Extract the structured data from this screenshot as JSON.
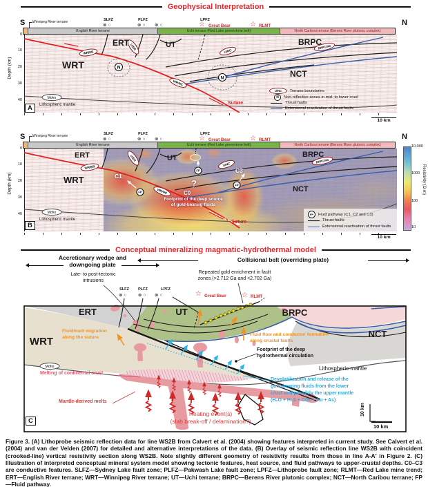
{
  "icons": {
    "star": "☆",
    "fault_away": "⊗",
    "fault_toward": "○"
  },
  "colors": {
    "title_red": "#e8262d",
    "star_red": "#d42a2a",
    "suture_red": "#e02020",
    "orange_annotation": "#f0941f",
    "cyan_annotation": "#29abe2",
    "extensional_blue": "#3a5fa8",
    "uchi_green": "#79b34a",
    "north_caribou_pink": "#f2b8bc",
    "heat_red": "#cf2a2a"
  },
  "shared": {
    "south": "S",
    "north": "N",
    "winnipeg": "Winnipeg River terrane",
    "slfz": "SLFZ",
    "plfz": "PLFZ",
    "lpfz": "LPFZ",
    "great_bear": "Great Bear",
    "rlmt": "RLMT",
    "english": "English River terrane",
    "uchi": "Uchi terrane (Red Lake greenstone belt)",
    "north_caribou": "North Caribou terrane (Berens River plutonic complex)",
    "depth_label": "Depth (km)",
    "ticks": [
      "0",
      "10",
      "20",
      "30",
      "40"
    ],
    "scale": "10 km",
    "ert": "ERT",
    "ut": "UT",
    "brpc": "BRPC",
    "wrt": "WRT",
    "nct": "NCT",
    "moho": "Moho",
    "lith_mantle": "Lithospheric mantle",
    "suture": "Suture",
    "bounds": {
      "wr_er": "WR/ER",
      "u_er": "U/ER",
      "wr_nc": "WR/NC",
      "u_nc": "U/NC",
      "brpc_nc": "BRPC/NC"
    }
  },
  "panel_a": {
    "title": "Geophysical Interpretation",
    "label": "A",
    "n_symbol": "N",
    "legend": {
      "badge": "U/NC",
      "terrane_boundaries": "Terrane boundaries",
      "n": "N",
      "non_reflective": "Non-re⁠flective zones in mid- to lower crust",
      "thrust": "Thrust faults",
      "extensional": "Extensional reactivation of thrust faults"
    }
  },
  "panel_b": {
    "label": "B",
    "c0": "C0",
    "c1": "C1",
    "c2": "C2",
    "c3": "C3",
    "question": "?",
    "footprint_line1": "Footprint of the deep source",
    "footprint_line2": "of gold-bearing fluids",
    "legend": {
      "fp": "FP",
      "fluid_pathway": "Fluid pathway (C1, C2 and C3)",
      "thrust": "Thrust faults",
      "extensional": "Extensional reactivation of thrust faults"
    },
    "colorbar": {
      "label": "Resistivity (Ω·m)",
      "t1": "10,000",
      "t2": "1000",
      "t3": "100",
      "t4": "10"
    }
  },
  "panel_c": {
    "title": "Conceptual mineralizing magmatic-hydrothermal model",
    "label": "C",
    "acc1": "Accretionary wedge and",
    "acc2": "downgoing plate",
    "coll": "Collisional belt (overriding plate)",
    "intr1": "Late- to post-tectonic",
    "intr2": "intrusions",
    "gold1": "Repeated gold enrichment in fault",
    "gold2": "zones (>2.712 Ga and <2.702 Ga)",
    "fm1": "Fluid/melt migration",
    "fm2": "along the suture",
    "ff1": "Fluid flow and conductor formation",
    "ff2": "along crustal faults",
    "fpr1": "Footprint of the deep",
    "fpr2": "hydrothermal circulation",
    "dv1": "Devolatilization and release of the",
    "dv2": "gold-bearing fluids from the lower",
    "dv3": "crust and possibly the upper mantle",
    "dv4": "(H₂O + H₂S + CO₂ + Au + As)",
    "melting": "Melting of continental crust",
    "mantle_melts": "Mantle-derived melts",
    "heat1": "Heating event(s)",
    "heat2": "(slab break-off / delamination?)",
    "scale_v": "10 km",
    "scale_h": "10 km"
  },
  "caption": {
    "text": "Figure 3.  (A) Lithoprobe seismic reflection data for line WS2B from Calvert et al. (2004) showing features interpreted in current study. See Calvert et al. (2004) and van der Velden (2007) for detailed and alternative interpretations of the data. (B) Overlay of seismic reflection line WS2B with coincident (crooked-line) vertical resistivity section along WS2B. Note slightly different geometry of resistivity results from those in line A-A′ in Figure 2. (C) Illustration of interpreted conceptual mineral system model showing tectonic features, heat source, and fluid pathways to upper-crustal depths. C0–C3 are conductive features. SLFZ—Sydney Lake fault zone; PLFZ—Pakwash Lake fault zone; LPFZ—Lithoprobe fault zone; RLMT—Red Lake mine trend; ERT—English River terrane; WRT—Winnipeg River terrane; UT—Uchi terrane; BRPC—Berens River plutonic complex; NCT—North Caribou terrane; FP—Fluid pathway."
  }
}
